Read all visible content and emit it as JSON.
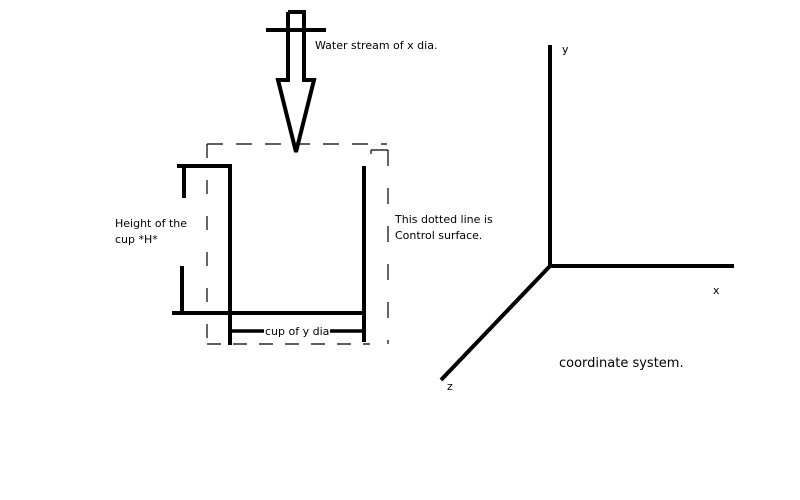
{
  "labels": {
    "water_stream": "Water stream of x dia.",
    "height_line1": "Height of the",
    "height_line2": "cup *H*",
    "control_surface_line1": "This dotted line is",
    "control_surface_line2": "Control surface.",
    "cup_diameter": "cup of y dia",
    "coordinate_system": "coordinate system.",
    "axis_y": "y",
    "axis_x": "x",
    "axis_z": "z"
  },
  "colors": {
    "stroke": "#000000",
    "background": "#ffffff"
  }
}
